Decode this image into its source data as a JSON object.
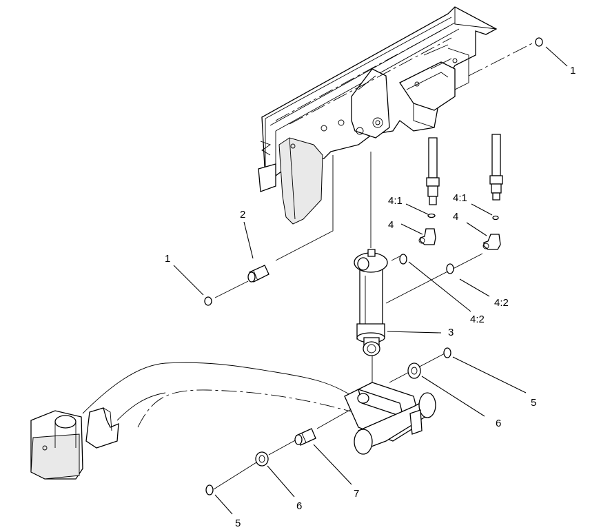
{
  "callouts": [
    {
      "id": "c1-top",
      "text": "1"
    },
    {
      "id": "c1-left",
      "text": "1"
    },
    {
      "id": "c2",
      "text": "2"
    },
    {
      "id": "c3",
      "text": "3"
    },
    {
      "id": "c4-1-left",
      "text": "4:1"
    },
    {
      "id": "c4-1-right",
      "text": "4:1"
    },
    {
      "id": "c4-left",
      "text": "4"
    },
    {
      "id": "c4-right",
      "text": "4"
    },
    {
      "id": "c4-2-lower",
      "text": "4:2"
    },
    {
      "id": "c4-2-right",
      "text": "4:2"
    },
    {
      "id": "c5-right",
      "text": "5"
    },
    {
      "id": "c5-bottom",
      "text": "5"
    },
    {
      "id": "c6-right",
      "text": "6"
    },
    {
      "id": "c6-bottom",
      "text": "6"
    },
    {
      "id": "c7",
      "text": "7"
    }
  ]
}
